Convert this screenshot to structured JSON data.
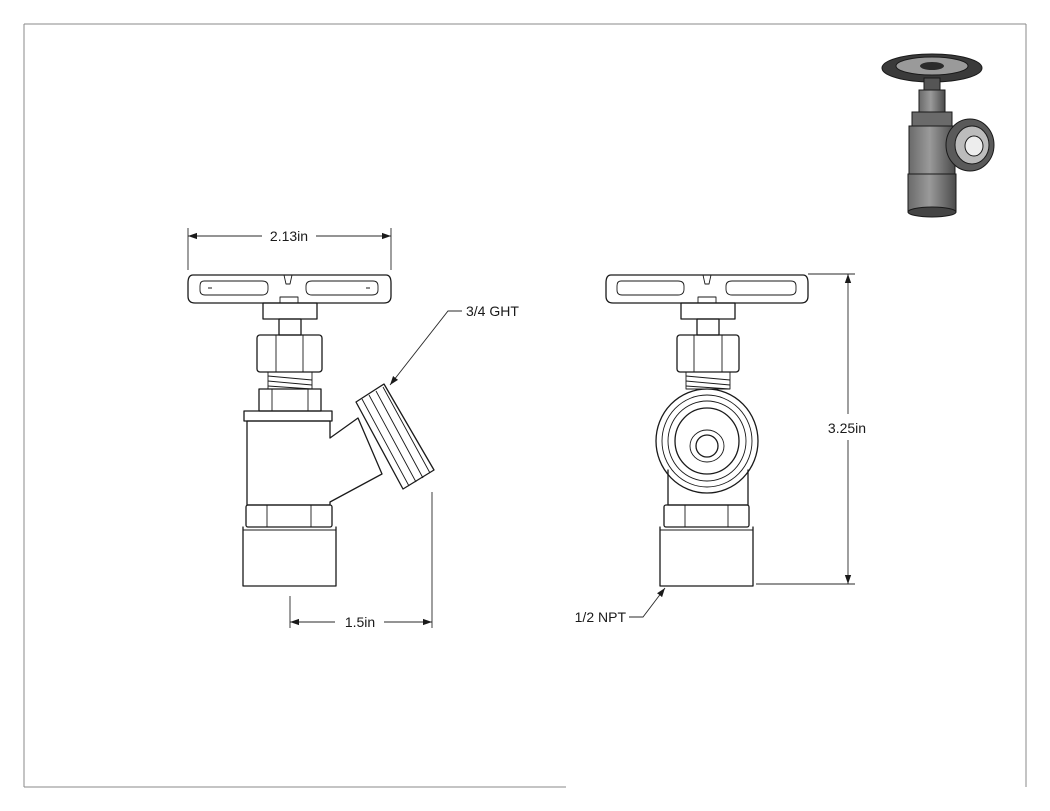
{
  "dimensions": {
    "handle_width": "2.13in",
    "outlet_offset": "1.5in",
    "overall_height": "3.25in"
  },
  "callouts": {
    "hose_thread": "3/4 GHT",
    "pipe_thread": "1/2 NPT"
  }
}
